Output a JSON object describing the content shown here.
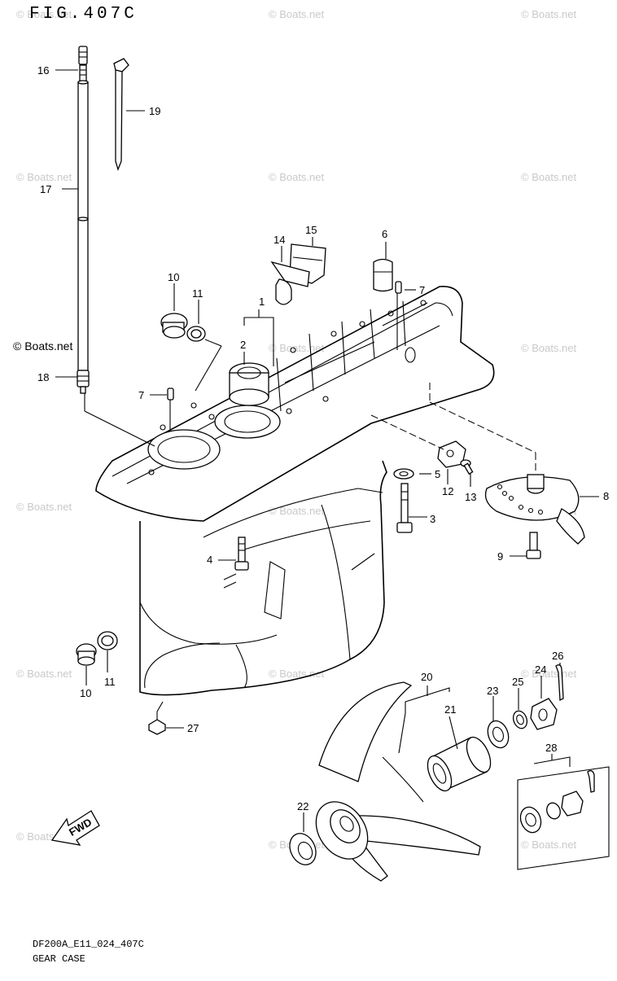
{
  "figure": {
    "title": "FIG.407C"
  },
  "footer": {
    "code": "DF200A_E11_024_407C",
    "name": "GEAR CASE"
  },
  "watermark": {
    "text": "© Boats.net",
    "color": "#c9c9c9"
  },
  "fwd_label": "FWD",
  "callouts": {
    "p1": "1",
    "p2": "2",
    "p3": "3",
    "p4": "4",
    "p5": "5",
    "p6": "6",
    "p7a": "7",
    "p7b": "7",
    "p8": "8",
    "p9": "9",
    "p10a": "10",
    "p10b": "10",
    "p11a": "11",
    "p11b": "11",
    "p12": "12",
    "p13": "13",
    "p14": "14",
    "p15": "15",
    "p16": "16",
    "p17": "17",
    "p18": "18",
    "p19": "19",
    "p20": "20",
    "p21": "21",
    "p22": "22",
    "p23": "23",
    "p24": "24",
    "p25": "25",
    "p26": "26",
    "p27": "27",
    "p28": "28"
  }
}
